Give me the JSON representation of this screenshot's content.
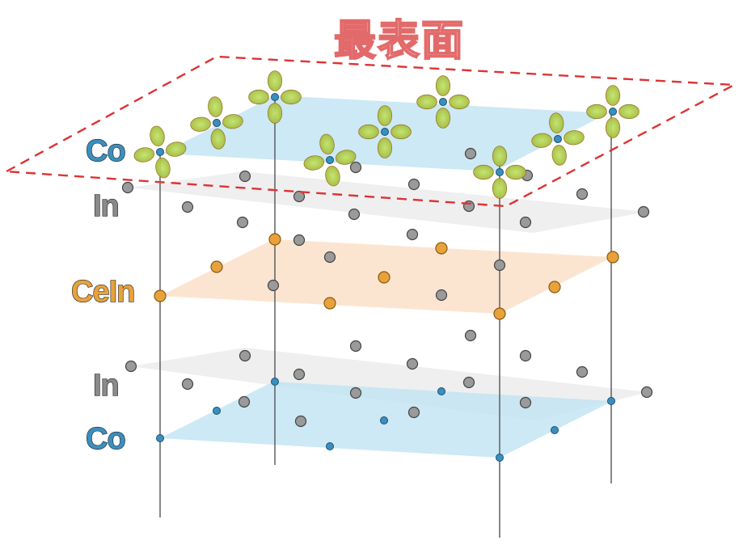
{
  "title": "最表面",
  "labels": {
    "co_top": "Co",
    "in_top": "In",
    "ceIn": "CeIn",
    "in_bottom": "In",
    "co_bottom": "Co"
  },
  "colors": {
    "co": "#3a8fbf",
    "in": "#8a8a8a",
    "ceIn": "#e8a23c",
    "co_plane": "#bfe3f3",
    "in_plane": "#ececec",
    "ceIn_plane": "#fbe0c8",
    "surface_outline": "#dd3333",
    "orbital_outer": "#d9a23a",
    "orbital_inner": "#b9d65a"
  },
  "icons": {
    "orbital": "d-orbital-lobe-icon"
  }
}
